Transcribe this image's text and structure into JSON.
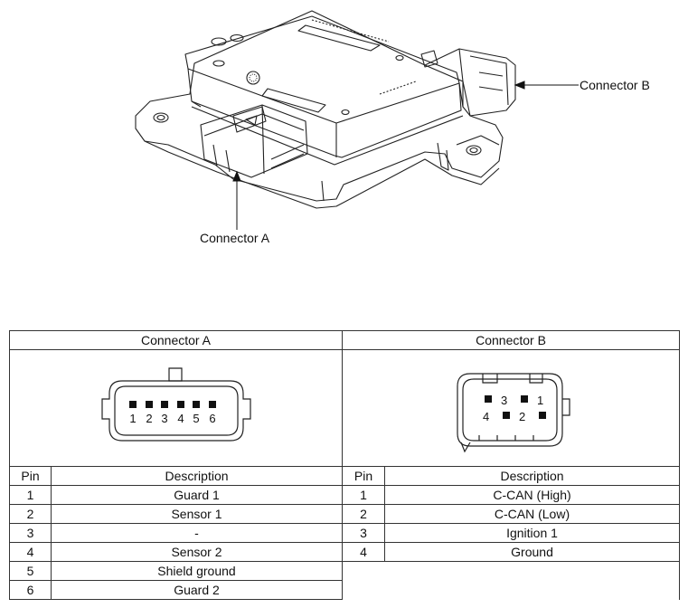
{
  "callouts": {
    "connector_b": "Connector B",
    "connector_a": "Connector A"
  },
  "table": {
    "connector_a": {
      "title": "Connector A",
      "pin_header": "Pin",
      "desc_header": "Description",
      "face_numbers": [
        "1",
        "2",
        "3",
        "4",
        "5",
        "6"
      ],
      "rows": [
        {
          "pin": "1",
          "desc": "Guard 1"
        },
        {
          "pin": "2",
          "desc": "Sensor 1"
        },
        {
          "pin": "3",
          "desc": "-"
        },
        {
          "pin": "4",
          "desc": "Sensor 2"
        },
        {
          "pin": "5",
          "desc": "Shield ground"
        },
        {
          "pin": "6",
          "desc": "Guard 2"
        }
      ]
    },
    "connector_b": {
      "title": "Connector B",
      "pin_header": "Pin",
      "desc_header": "Description",
      "face_numbers": [
        "1",
        "2",
        "3",
        "4"
      ],
      "rows": [
        {
          "pin": "1",
          "desc": "C-CAN (High)"
        },
        {
          "pin": "2",
          "desc": "C-CAN (Low)"
        },
        {
          "pin": "3",
          "desc": "Ignition 1"
        },
        {
          "pin": "4",
          "desc": "Ground"
        }
      ]
    }
  }
}
